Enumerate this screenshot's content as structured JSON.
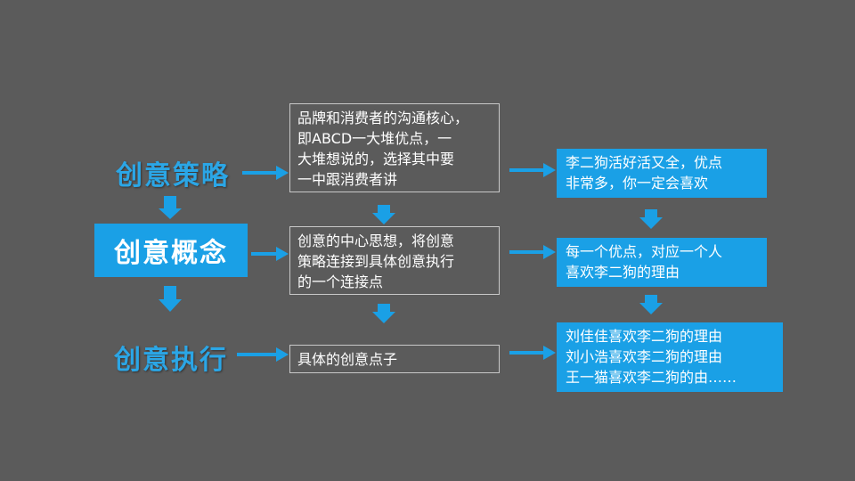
{
  "labels": {
    "strategy": "创意策略",
    "concept": "创意概念",
    "execution": "创意执行"
  },
  "middle": {
    "strategy_text": "品牌和消费者的沟通核心，\n即ABCD一大堆优点，一\n大堆想说的，选择其中要\n一中跟消费者讲",
    "concept_text": "创意的中心思想，将创意\n策略连接到具体创意执行\n的一个连接点",
    "execution_text": "具体的创意点子"
  },
  "right": {
    "strategy_text": "李二狗活好活又全，优点\n非常多，你一定会喜欢",
    "concept_text": "每一个优点，对应一个人\n喜欢李二狗的理由",
    "execution_text": "刘佳佳喜欢李二狗的理由\n刘小浩喜欢李二狗的理由\n王一猫喜欢李二狗的由……"
  },
  "colors": {
    "background": "#5b5b5b",
    "accent": "#1aa0e6",
    "label_text": "#2ba6e6"
  }
}
